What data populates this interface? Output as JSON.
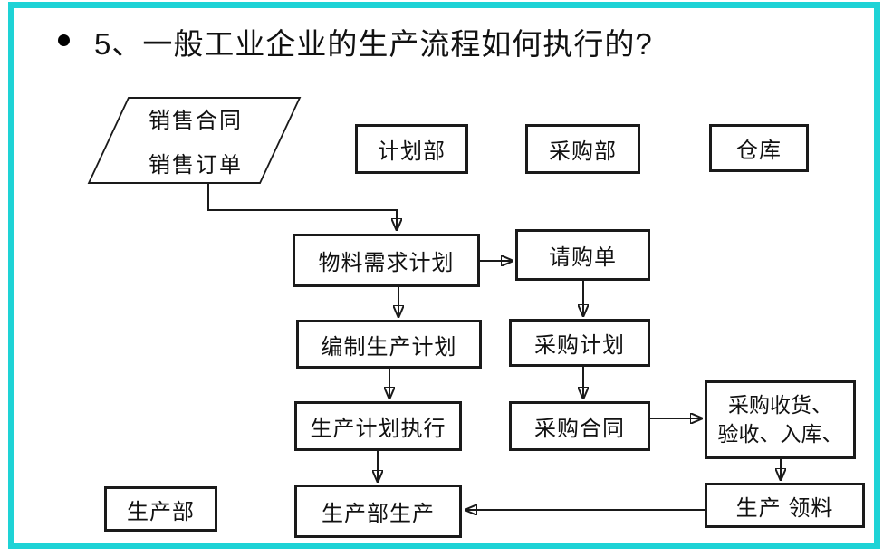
{
  "colors": {
    "frame": "#1ed3d6",
    "stroke": "#1a1a1a"
  },
  "title": {
    "bullet": "•",
    "text": "5、一般工业企业的生产流程如何执行的?"
  },
  "source_shape": {
    "line1": "销售合同",
    "line2": "销售订单"
  },
  "departments": {
    "planning": "计划部",
    "purchasing": "采购部",
    "warehouse": "仓库",
    "production": "生产部"
  },
  "nodes": {
    "mrp": "物料需求计划",
    "requisition": "请购单",
    "make_production_plan": "编制生产计划",
    "purchase_plan": "采购计划",
    "plan_execution": "生产计划执行",
    "purchase_contract": "采购合同",
    "receiving_line1": "采购收货、",
    "receiving_line2": "验收、入库、",
    "production_run": "生产部生产",
    "material_picking": "生产 领料"
  }
}
